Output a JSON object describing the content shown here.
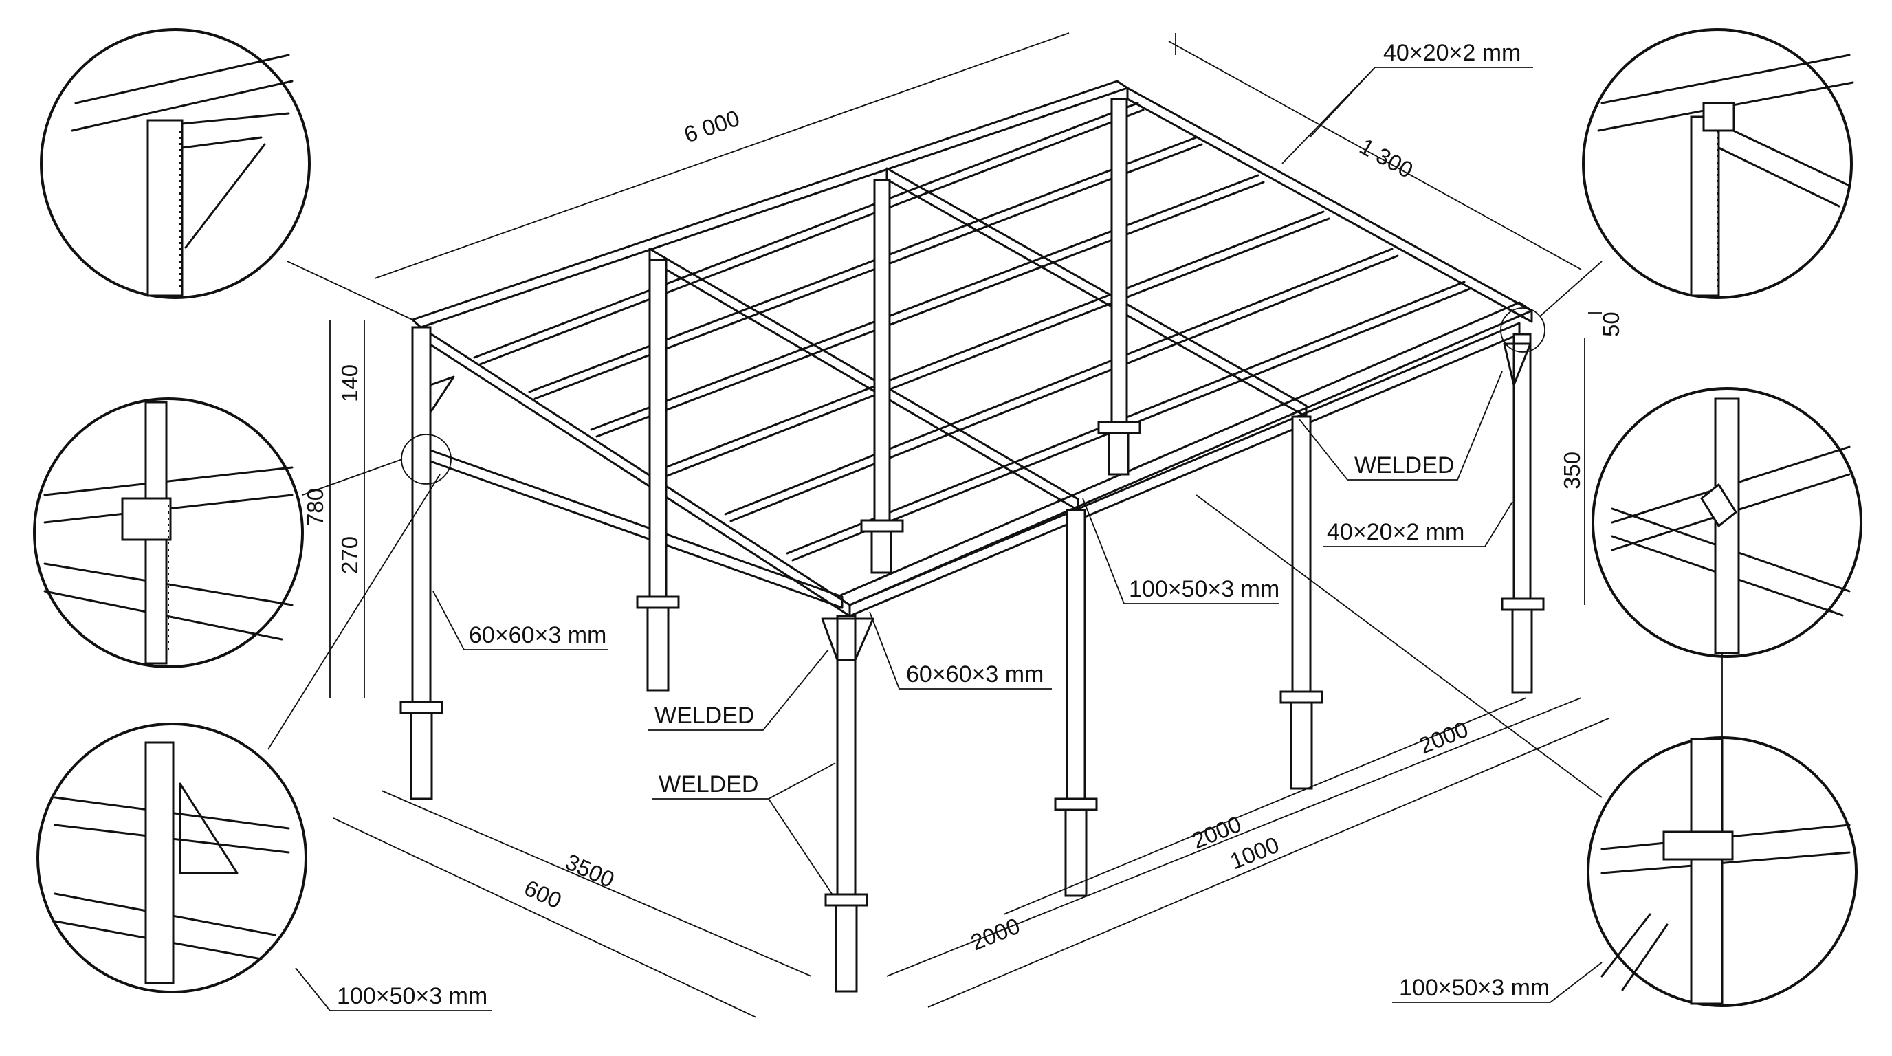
{
  "dimensions": {
    "length": "6 000",
    "width": "1 300",
    "offset_top": "50",
    "front_column_upper": "350",
    "rear_height_upper": "140",
    "rear_height_lower": "270",
    "rear_height_total": "780",
    "side_span": "3500",
    "side_offset": "600",
    "front_bay_1": "2000",
    "front_bay_2": "2000",
    "front_bay_3": "2000",
    "front_total_partial": "1000"
  },
  "labels": {
    "purlin_profile_top": "40×20×2 mm",
    "purlin_profile_side": "40×20×2 mm",
    "beam_profile_mid": "100×50×3 mm",
    "beam_profile_bottom_left": "100×50×3 mm",
    "beam_profile_bottom_right": "100×50×3 mm",
    "column_profile_left": "60×60×3 mm",
    "column_profile_center": "60×60×3 mm",
    "welded_right": "WELDED",
    "welded_center": "WELDED",
    "welded_lower": "WELDED"
  },
  "detail_views": [
    "top-left-corner",
    "left-mid-joint",
    "bottom-left-joint",
    "top-right-corner",
    "right-mid-joint",
    "bottom-right-joint"
  ],
  "colors": {
    "line": "#111111",
    "background": "#ffffff"
  }
}
